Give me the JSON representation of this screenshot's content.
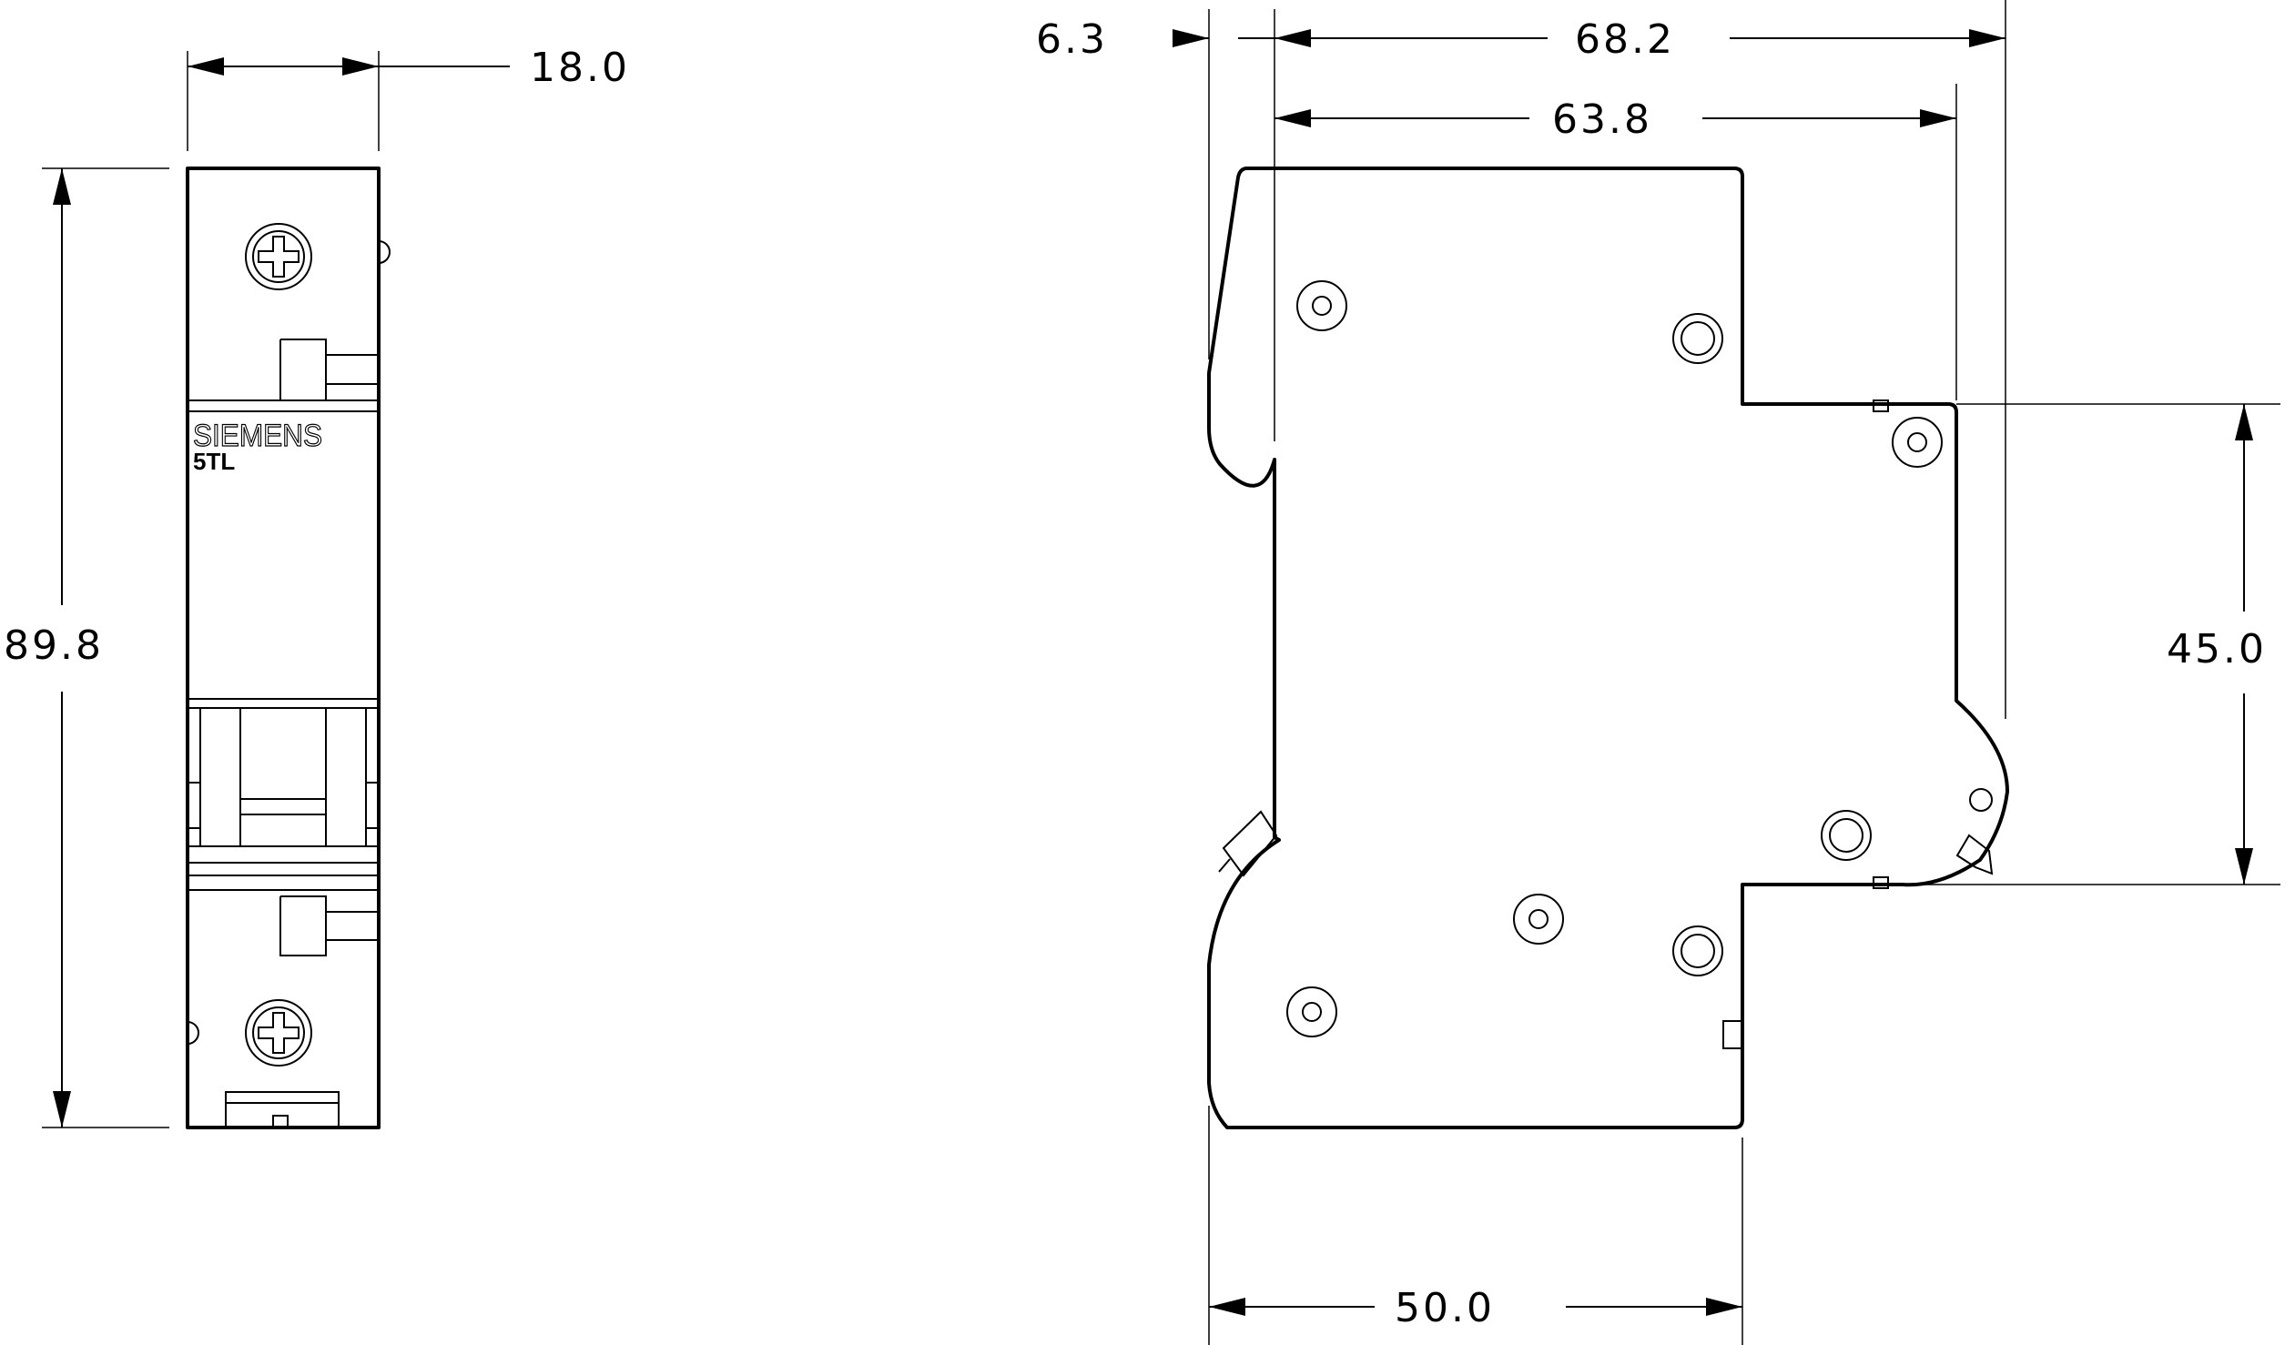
{
  "front_view": {
    "brand": "SIEMENS",
    "model": "5TL",
    "dimensions": {
      "width": "18.0",
      "height": "89.8"
    }
  },
  "side_view": {
    "dimensions": {
      "offset": "6.3",
      "overall_depth": "68.2",
      "depth": "63.8",
      "front_height": "45.0",
      "base_depth": "50.0"
    }
  },
  "colors": {
    "line": "#000000",
    "background": "#ffffff"
  }
}
